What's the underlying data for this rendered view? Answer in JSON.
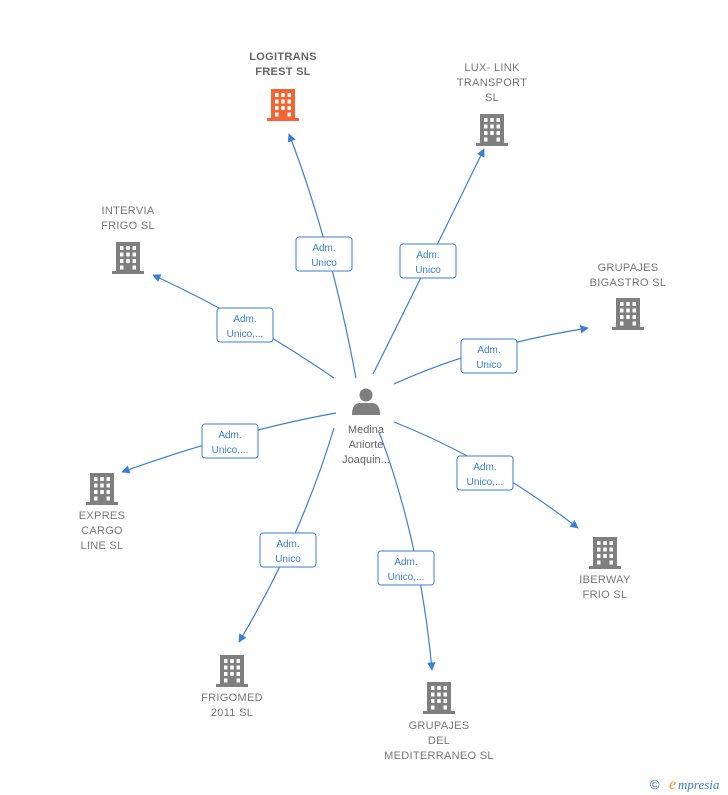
{
  "colors": {
    "edge": "#3a7fd5",
    "building": "#7f7f7f",
    "building_highlight": "#f26532",
    "person": "#7f7f7f",
    "label": "#777777"
  },
  "center": {
    "icon": "person-icon",
    "name_lines": [
      "Medina",
      "Aniorte",
      "Joaquin..."
    ]
  },
  "companies": [
    {
      "id": "logitrans",
      "lines": [
        "LOGITRANS",
        "FREST  SL"
      ],
      "icon": "building-icon",
      "highlight": true,
      "role": [
        "Adm.",
        "Unico"
      ]
    },
    {
      "id": "luxlink",
      "lines": [
        "LUX- LINK",
        "TRANSPORT",
        "SL"
      ],
      "icon": "building-icon",
      "highlight": false,
      "role": [
        "Adm.",
        "Unico"
      ]
    },
    {
      "id": "intervia",
      "lines": [
        "INTERVIA",
        "FRIGO  SL"
      ],
      "icon": "building-icon",
      "highlight": false,
      "role": [
        "Adm.",
        "Unico,..."
      ]
    },
    {
      "id": "grupajes-bigastro",
      "lines": [
        "GRUPAJES",
        "BIGASTRO  SL"
      ],
      "icon": "building-icon",
      "highlight": false,
      "role": [
        "Adm.",
        "Unico"
      ]
    },
    {
      "id": "expres-cargo",
      "lines": [
        "EXPRES",
        "CARGO",
        "LINE  SL"
      ],
      "icon": "building-icon",
      "highlight": false,
      "role": [
        "Adm.",
        "Unico,..."
      ]
    },
    {
      "id": "iberway",
      "lines": [
        "IBERWAY",
        "FRIO  SL"
      ],
      "icon": "building-icon",
      "highlight": false,
      "role": [
        "Adm.",
        "Unico,..."
      ]
    },
    {
      "id": "frigomed",
      "lines": [
        "FRIGOMED",
        "2011 SL"
      ],
      "icon": "building-icon",
      "highlight": false,
      "role": [
        "Adm.",
        "Unico"
      ]
    },
    {
      "id": "grupajes-mediterraneo",
      "lines": [
        "GRUPAJES",
        "DEL",
        "MEDITERRANEO SL"
      ],
      "icon": "building-icon",
      "highlight": false,
      "role": [
        "Adm.",
        "Unico,..."
      ]
    }
  ],
  "watermark": {
    "copyright": "©",
    "brand_initial": "e",
    "brand_rest": "mpresia"
  }
}
